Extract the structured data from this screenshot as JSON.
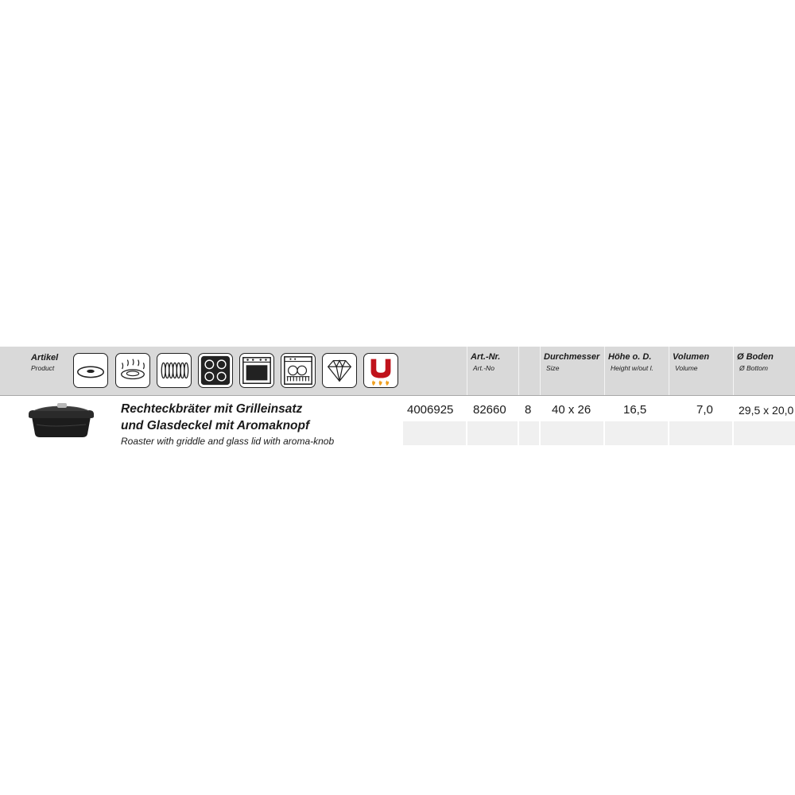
{
  "header": {
    "product_title": "Artikel",
    "product_sub": "Product",
    "artnr_title": "Art.-Nr.",
    "artnr_sub": "Art.-No",
    "size_title": "Durchmesser",
    "size_sub": "Size",
    "height_title": "Höhe o. D.",
    "height_sub": "Height w/out l.",
    "volume_title": "Volumen",
    "volume_sub": "Volume",
    "bottom_title": "Ø Boden",
    "bottom_sub": "Ø Bottom"
  },
  "icons": [
    "lid-icon",
    "gas-stove-icon",
    "electric-coil-icon",
    "ceramic-hob-icon",
    "oven-icon",
    "dishwasher-icon",
    "diamond-coating-icon",
    "induction-icon"
  ],
  "colors": {
    "header_bg": "#d9d9d9",
    "induction_red": "#c0121b",
    "flame": "#f0a020"
  },
  "row": {
    "name_de_1": "Rechteckbräter mit Grilleinsatz",
    "name_de_2": "und Glasdeckel mit Aromaknopf",
    "name_en": "Roaster with griddle and glass lid with aroma-knob",
    "ean": "4006925",
    "artnr": "82660",
    "pack": "8",
    "size": "40 x 26",
    "height": "16,5",
    "volume": "7,0",
    "bottom": "29,5 x 20,0"
  }
}
